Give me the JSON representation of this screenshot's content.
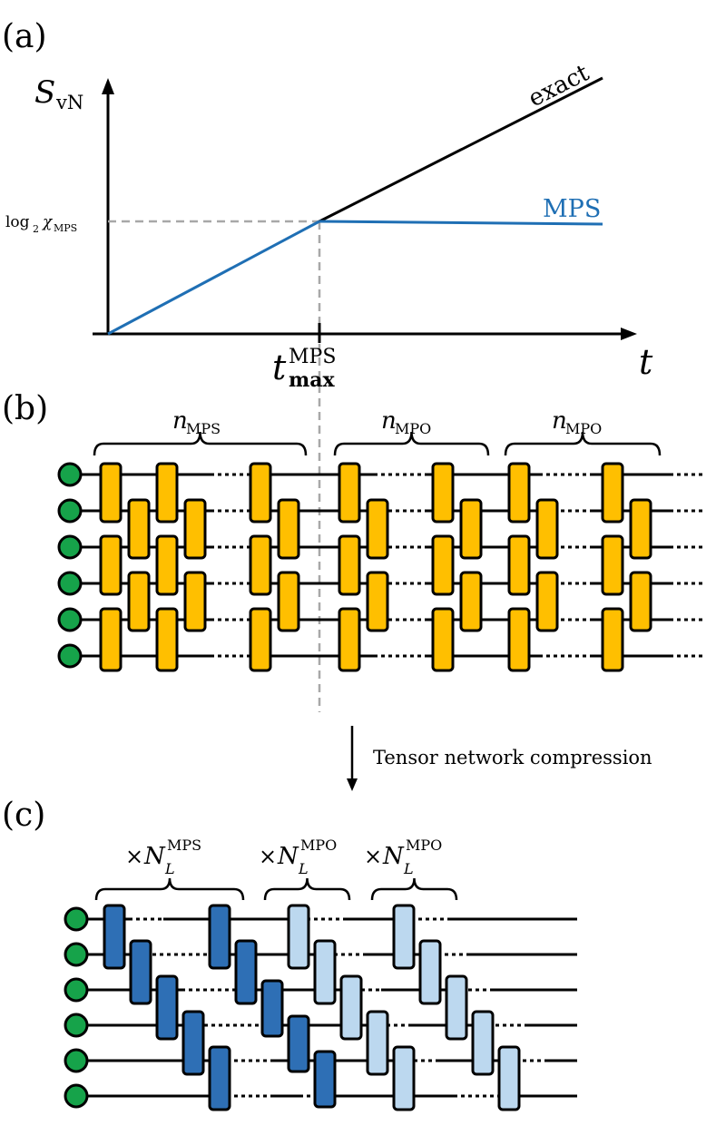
{
  "panel_labels": {
    "a": "(a)",
    "b": "(b)",
    "c": "(c)"
  },
  "panel_a": {
    "y_axis_symbol": "S",
    "y_axis_subscript": "vN",
    "x_axis_symbol": "t",
    "curve_exact_label": "exact",
    "curve_mps_label": "MPS",
    "log_label_main": "log",
    "log_label_sub": "2",
    "log_label_chi": "χ",
    "log_label_chi_sub": "MPS",
    "tmax_main": "t",
    "tmax_sup": "MPS",
    "tmax_sub": "max",
    "colors": {
      "exact": "#000000",
      "mps": "#1f6fb4",
      "guide": "#a8a8a8"
    }
  },
  "panel_b": {
    "brace_1_main": "n",
    "brace_1_sub": "MPS",
    "brace_2_main": "n",
    "brace_2_sub": "MPO",
    "brace_3_main": "n",
    "brace_3_sub": "MPO",
    "gate_color": "#ffbf00",
    "qubit_color": "#16a34a"
  },
  "compression_label": "Tensor network compression",
  "panel_c": {
    "brace_1_prefix": "×",
    "brace_1_main": "N",
    "brace_1_sub": "L",
    "brace_1_sup": "MPS",
    "brace_2_prefix": "×",
    "brace_2_main": "N",
    "brace_2_sub": "L",
    "brace_2_sup": "MPO",
    "brace_3_prefix": "×",
    "brace_3_main": "N",
    "brace_3_sub": "L",
    "brace_3_sup": "MPO",
    "dark_gate_color": "#2e6fb5",
    "light_gate_color": "#bcd8ef",
    "qubit_color": "#16a34a"
  }
}
